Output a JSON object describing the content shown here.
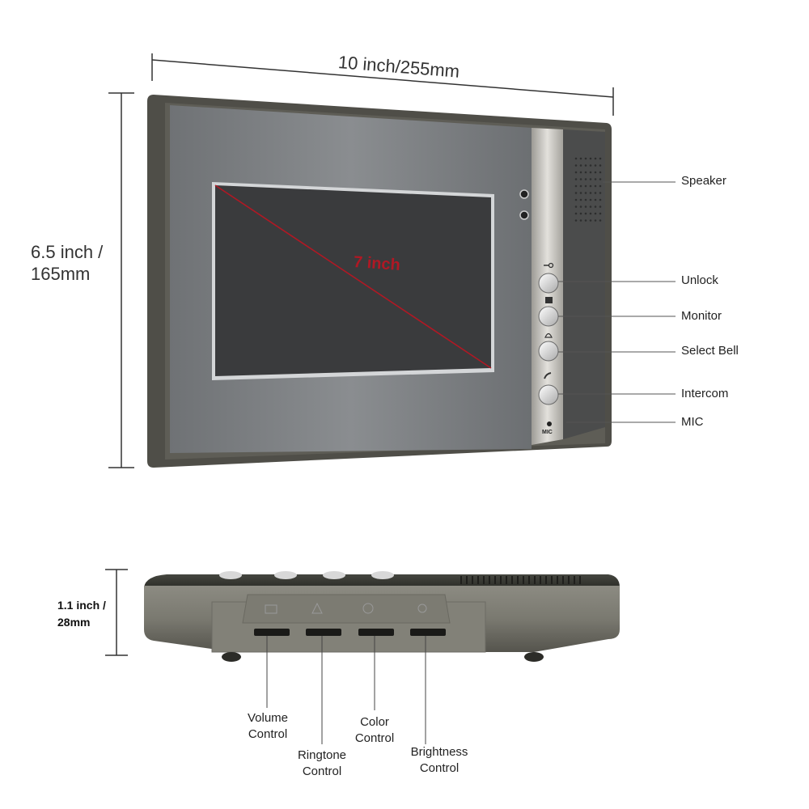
{
  "dimensions": {
    "width_label": "10 inch/255mm",
    "height_label_line1": "6.5 inch /",
    "height_label_line2": "165mm",
    "screen_label": "7 inch",
    "depth_label_line1": "1.1 inch /",
    "depth_label_line2": "28mm"
  },
  "front_callouts": {
    "speaker": "Speaker",
    "unlock": "Unlock",
    "monitor": "Monitor",
    "select_bell": "Select Bell",
    "intercom": "Intercom",
    "mic": "MIC"
  },
  "panel_mic_text": "MIC",
  "side_callouts": {
    "volume_line1": "Volume",
    "volume_line2": "Control",
    "ringtone_line1": "Ringtone",
    "ringtone_line2": "Control",
    "color_line1": "Color",
    "color_line2": "Control",
    "brightness_line1": "Brightness",
    "brightness_line2": "Control"
  },
  "colors": {
    "frame": "#5b5a52",
    "panel": "#7b7d80",
    "screen": "#3a3b3d",
    "diagonal": "#b01824",
    "dimension_line": "#333333"
  }
}
